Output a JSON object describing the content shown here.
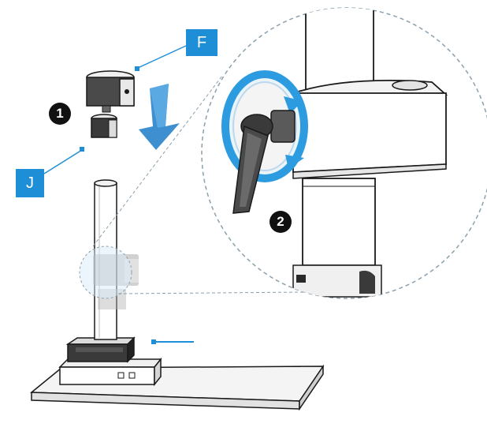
{
  "labels": {
    "f": "F",
    "j": "J"
  },
  "steps": {
    "one": "1",
    "two": "2"
  },
  "colors": {
    "accent": "#1e8fd6",
    "rotation_arrow": "#2d9be0",
    "line": "#1a1a1a"
  }
}
